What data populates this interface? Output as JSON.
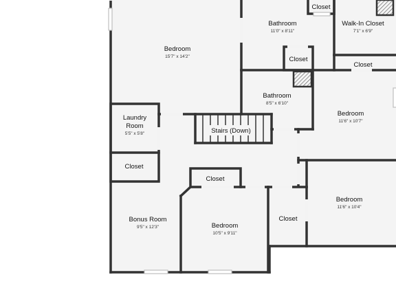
{
  "rooms": {
    "bedroom_main": {
      "name": "Bedroom",
      "dim": "15'7\" x 14'2\""
    },
    "bathroom_top": {
      "name": "Bathroom",
      "dim": "11'0\" x 8'11\""
    },
    "closet_top": {
      "name": "Closet"
    },
    "walkin_closet": {
      "name": "Walk-In Closet",
      "dim": "7'1\" x 6'9\""
    },
    "closet_mid": {
      "name": "Closet"
    },
    "closet_right": {
      "name": "Closet"
    },
    "bathroom_mid": {
      "name": "Bathroom",
      "dim": "8'5\" x 6'10\""
    },
    "laundry": {
      "name_line1": "Laundry",
      "name_line2": "Room",
      "dim": "5'5\" x 5'8\""
    },
    "stairs": {
      "name": "Stairs (Down)"
    },
    "bedroom_right_upper": {
      "name": "Bedroom",
      "dim": "11'6\" x 10'7\""
    },
    "closet_laundry": {
      "name": "Closet"
    },
    "closet_hall": {
      "name": "Closet"
    },
    "bedroom_right_lower": {
      "name": "Bedroom",
      "dim": "11'6\" x 10'4\""
    },
    "bonus_room": {
      "name": "Bonus Room",
      "dim": "9'5\" x 12'3\""
    },
    "bedroom_bottom": {
      "name": "Bedroom",
      "dim": "10'5\" x 9'11\""
    },
    "closet_bottom": {
      "name": "Closet"
    }
  }
}
